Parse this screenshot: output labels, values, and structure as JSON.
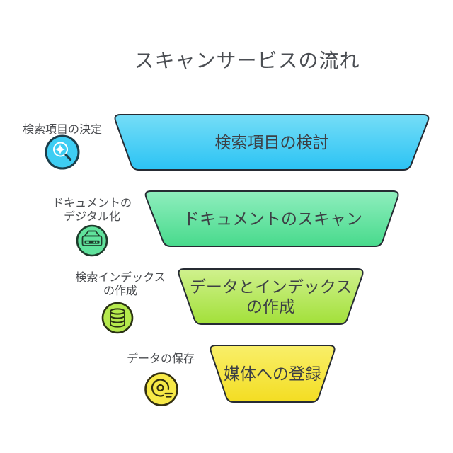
{
  "title": "スキャンサービスの流れ",
  "outline_color": "#262b33",
  "stages": [
    {
      "label": "検索項目の検討",
      "side_label_line1": "検索項目の決定",
      "icon": "search-sparkle-icon",
      "color_top": "#75ddf7",
      "color_bottom": "#2bc3f4",
      "icon_color": "#3ecdf3"
    },
    {
      "label": "ドキュメントのスキャン",
      "side_label_line1": "ドキュメントの",
      "side_label_line2": "デジタル化",
      "icon": "scanner-icon",
      "color_top": "#8feebe",
      "color_bottom": "#48da8c",
      "icon_color": "#60e29c"
    },
    {
      "label": "データとインデックス",
      "label_line2": "の作成",
      "side_label_line1": "検索インデックス",
      "side_label_line2": "の作成",
      "icon": "database-icon",
      "color_top": "#d0f18e",
      "color_bottom": "#a2e039",
      "icon_color": "#b5e94d"
    },
    {
      "label": "媒体への登録",
      "side_label_line1": "データの保存",
      "icon": "cd-disc-icon",
      "color_top": "#f9ef6a",
      "color_bottom": "#f3dd22",
      "icon_color": "#f7e947"
    }
  ]
}
